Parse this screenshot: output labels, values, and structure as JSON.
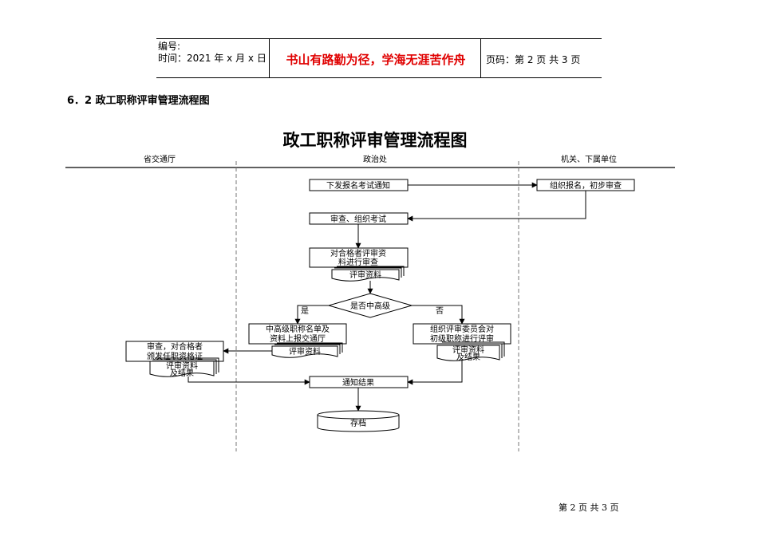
{
  "header": {
    "number_label": "编号:",
    "time_label": "时间：2021 年 x 月 x 日",
    "motto": "书山有路勤为径，学海无涯苦作舟",
    "page_label": "页码：第 2 页  共 3 页"
  },
  "section_title": "6．2  政工职称评审管理流程图",
  "flowchart": {
    "title": "政工职称评审管理流程图",
    "lanes": [
      "省交通厅",
      "政治处",
      "机关、下属单位"
    ],
    "nodes": {
      "notice": "下发报名考试通知",
      "register": "组织报名，初步审查",
      "review_exam": "审查、组织考试",
      "review_line1": "对合格者评审资",
      "review_line2": "料进行审查",
      "doc1": "评审资料",
      "decision": "是否中高级",
      "yes": "是",
      "no": "否",
      "mid_line1": "中高级职称名单及",
      "mid_line2": "资料上报交通厅",
      "doc2": "评审资料",
      "org_line1": "组织评审委员会对",
      "org_line2": "初级职称进行评审",
      "doc3_line1": "评审资料",
      "doc3_line2": "及结果",
      "dept_line1": "审查，对合格者",
      "dept_line2": "颁发任职资格证",
      "doc4_line1": "评审资料",
      "doc4_line2": "及结果",
      "notify": "通知结果",
      "archive": "存档"
    }
  },
  "footer": "第 2 页 共 3 页"
}
